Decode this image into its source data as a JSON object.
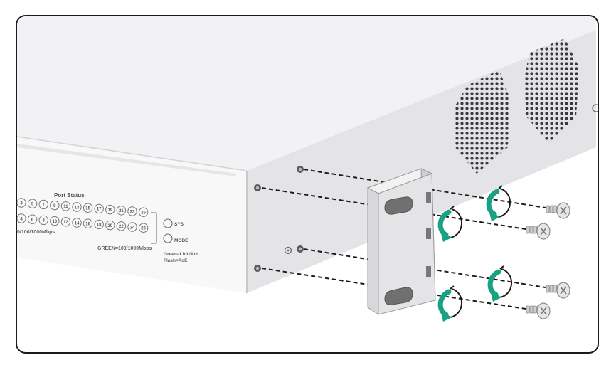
{
  "panel": {
    "port_status_label": "Port Status",
    "speed_label_left": "0/100/1000Mbps",
    "speed_label_right": "GREEN=100/1000Mbps",
    "led_legend_line1": "Green=Link/Act",
    "led_legend_line2": "Flash=PoE",
    "sys_label": "SYS",
    "mode_label": "MODE",
    "port_numbers_top": [
      "3",
      "5",
      "7",
      "9",
      "11",
      "13",
      "15",
      "17",
      "19",
      "21",
      "23",
      "25"
    ],
    "port_numbers_bottom": [
      "4",
      "6",
      "8",
      "10",
      "12",
      "14",
      "16",
      "18",
      "20",
      "22",
      "24",
      "26"
    ]
  },
  "icons": {
    "rotation": "clockwise-rotation-arrow-icon",
    "screw": "screw-icon",
    "bracket": "mounting-bracket-icon"
  },
  "colors": {
    "arrow_green": "#1aa184",
    "chassis_top": "#f1f1f3",
    "chassis_front": "#f7f7f7",
    "side_panel": "#e3e3e6",
    "outline": "#1a1a1a"
  }
}
